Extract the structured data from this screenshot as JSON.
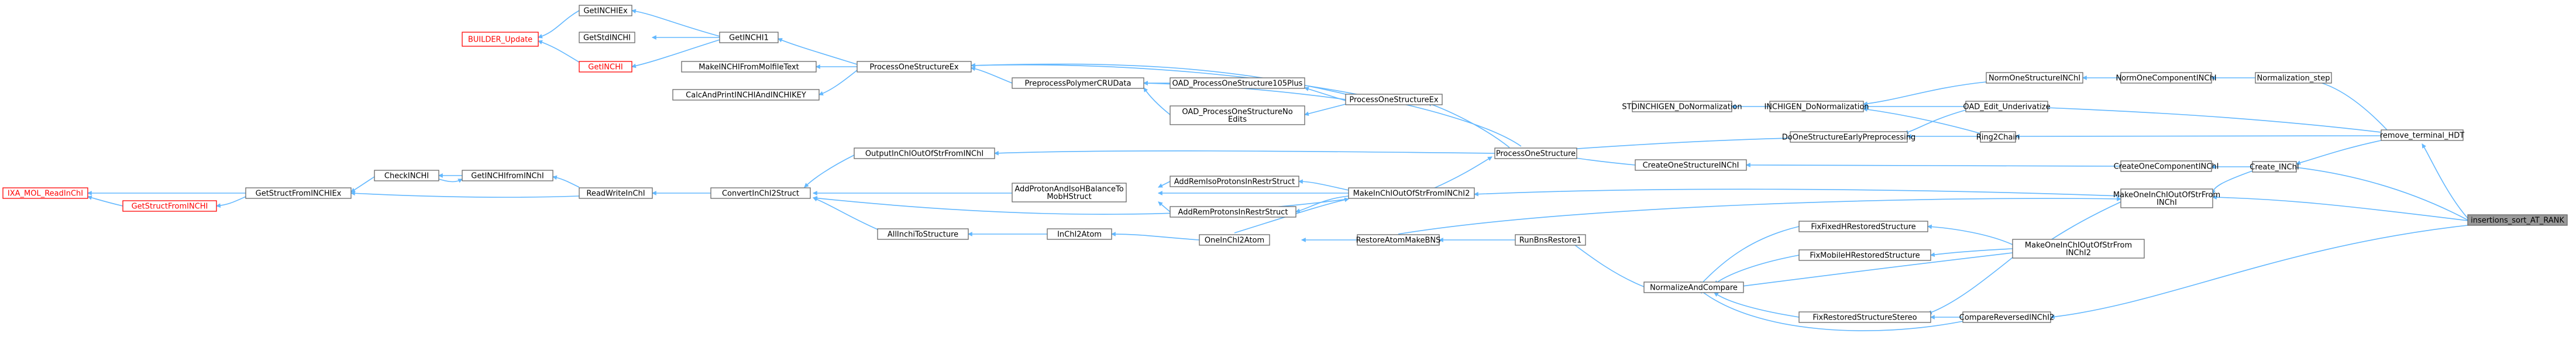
{
  "diagram": {
    "nodes": [
      {
        "id": "n_target",
        "label": "insertions_sort_AT_RANK",
        "style": "root"
      },
      {
        "id": "n_comprev",
        "label": "CompareReversedINChI2"
      },
      {
        "id": "n_fixstereo",
        "label": "FixRestoredStructureStereo"
      },
      {
        "id": "n_norm",
        "label": "NormalizeAndCompare"
      },
      {
        "id": "n_runbns",
        "label": "RunBnsRestore1"
      },
      {
        "id": "n_restore",
        "label": "RestoreAtomMakeBNS"
      },
      {
        "id": "n_onechi",
        "label": "OneInChI2Atom"
      },
      {
        "id": "n_inchi2atom",
        "label": "InChI2Atom"
      },
      {
        "id": "n_allinchi",
        "label": "AllInchiToStructure"
      },
      {
        "id": "n_convert",
        "label": "ConvertInChI2Struct"
      },
      {
        "id": "n_readwrite",
        "label": "ReadWriteInChI"
      },
      {
        "id": "n_getinchifrom",
        "label": "GetINCHIfromINChI"
      },
      {
        "id": "n_checkinchi",
        "label": "CheckINCHI"
      },
      {
        "id": "n_getstructfromchi",
        "label": "GetStructFromINCHIEx"
      },
      {
        "id": "n_iaxmol",
        "label": "IXA_MOL_ReadInChI",
        "style": "red"
      },
      {
        "id": "n_getstruct",
        "label": "GetStructFromINCHI",
        "style": "red"
      },
      {
        "id": "n_makeone2",
        "label": "MakeOneInChIOutOfStrFrom\nINChI2"
      },
      {
        "id": "n_fixfixed",
        "label": "FixFixedHRestoredStructure"
      },
      {
        "id": "n_fixmobile",
        "label": "FixMobileHRestoredStructure"
      },
      {
        "id": "n_makeone",
        "label": "MakeOneInChIOutOfStrFrom\nINChI"
      },
      {
        "id": "n_makeinchi",
        "label": "MakeInChIOutOfStrFromINChI2"
      },
      {
        "id": "n_addremprot",
        "label": "AddRemProtonsInRestrStruct"
      },
      {
        "id": "n_addremisoprot",
        "label": "AddRemIsoProtonsInRestrStruct"
      },
      {
        "id": "n_addprot",
        "label": "AddProtonAndIsoHBalanceTo\nMobHStruct"
      },
      {
        "id": "n_output",
        "label": "OutputInChIOutOfStrFromINChI"
      },
      {
        "id": "n_createone",
        "label": "CreateOneComponentINChI"
      },
      {
        "id": "n_createinchi",
        "label": "Create_INChI"
      },
      {
        "id": "n_createstruct",
        "label": "CreateOneStructureINChI"
      },
      {
        "id": "n_procone",
        "label": "ProcessOneStructure"
      },
      {
        "id": "n_procex",
        "label": "ProcessOneStructureEx"
      },
      {
        "id": "n_procstruct",
        "label": "ProcessOneStructureEx"
      },
      {
        "id": "n_getinchi1",
        "label": "GetINCHI1"
      },
      {
        "id": "n_getinchiex",
        "label": "GetINCHIEx"
      },
      {
        "id": "n_builder",
        "label": "BUILDER_Update",
        "style": "red"
      },
      {
        "id": "n_getstdinchi",
        "label": "GetStdINCHI"
      },
      {
        "id": "n_getinchi",
        "label": "GetINCHI",
        "style": "red"
      },
      {
        "id": "n_makemolfile",
        "label": "MakeINCHIFromMolfileText"
      },
      {
        "id": "n_calcprint",
        "label": "CalcAndPrintINCHIAndINCHIKEY"
      },
      {
        "id": "n_preproc",
        "label": "PreprocessPolymerCRUData"
      },
      {
        "id": "n_oad105",
        "label": "OAD_ProcessOneStructure105Plus"
      },
      {
        "id": "n_oadnoedits",
        "label": "OAD_ProcessOneStructureNo\nEdits"
      },
      {
        "id": "n_doone",
        "label": "DoOneStructureEarlyPreprocessing"
      },
      {
        "id": "n_ring2chain",
        "label": "Ring2Chain"
      },
      {
        "id": "n_oadedit",
        "label": "OAD_Edit_Underivatize"
      },
      {
        "id": "n_normone",
        "label": "NormOneStructureINChI"
      },
      {
        "id": "n_normcomp",
        "label": "NormOneComponentINChI"
      },
      {
        "id": "n_normstep",
        "label": "Normalization_step"
      },
      {
        "id": "n_removehdt",
        "label": "remove_terminal_HDT"
      },
      {
        "id": "n_inchigen",
        "label": "INCHIGEN_DoNormalization"
      },
      {
        "id": "n_stdinchigen",
        "label": "STDINCHIGEN_DoNormalization"
      }
    ]
  }
}
